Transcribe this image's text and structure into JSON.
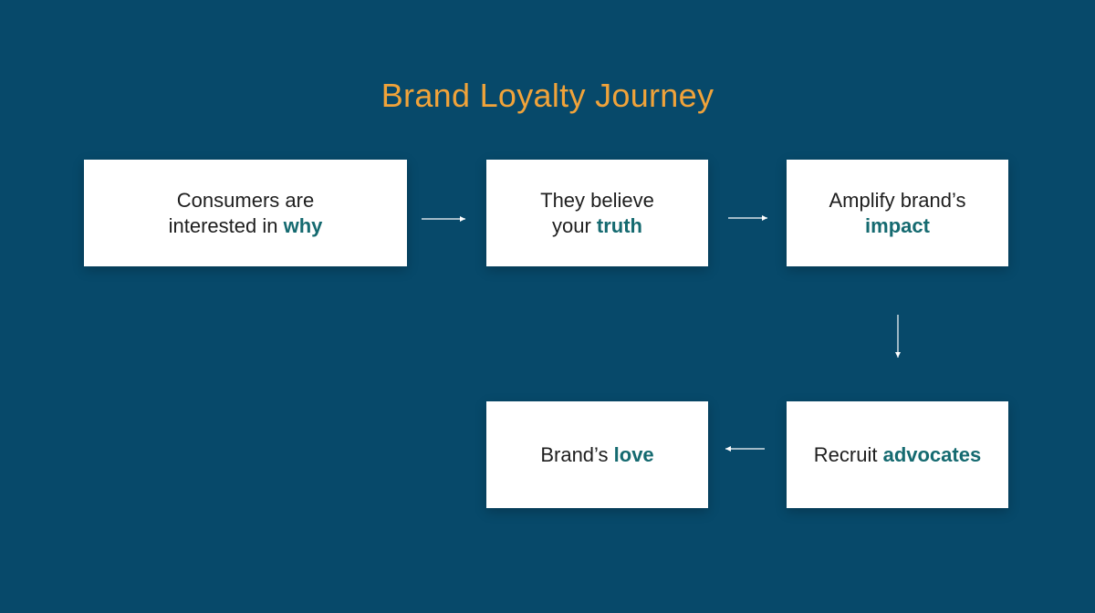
{
  "colors": {
    "background": "#07496a",
    "title": "#f0a33a",
    "box_bg": "#ffffff",
    "text": "#1e1e1e",
    "emphasis": "#156a70",
    "arrow": "#ffffff"
  },
  "diagram": {
    "title": "Brand Loyalty Journey",
    "steps": [
      {
        "lead": "Consumers are\ninterested in ",
        "emphasis": "why"
      },
      {
        "lead": "They believe\nyour ",
        "emphasis": "truth"
      },
      {
        "lead": "Amplify brand’s\n",
        "emphasis": "impact"
      },
      {
        "lead": "Recruit ",
        "emphasis": "advocates"
      },
      {
        "lead": "Brand’s ",
        "emphasis": "love"
      }
    ]
  }
}
